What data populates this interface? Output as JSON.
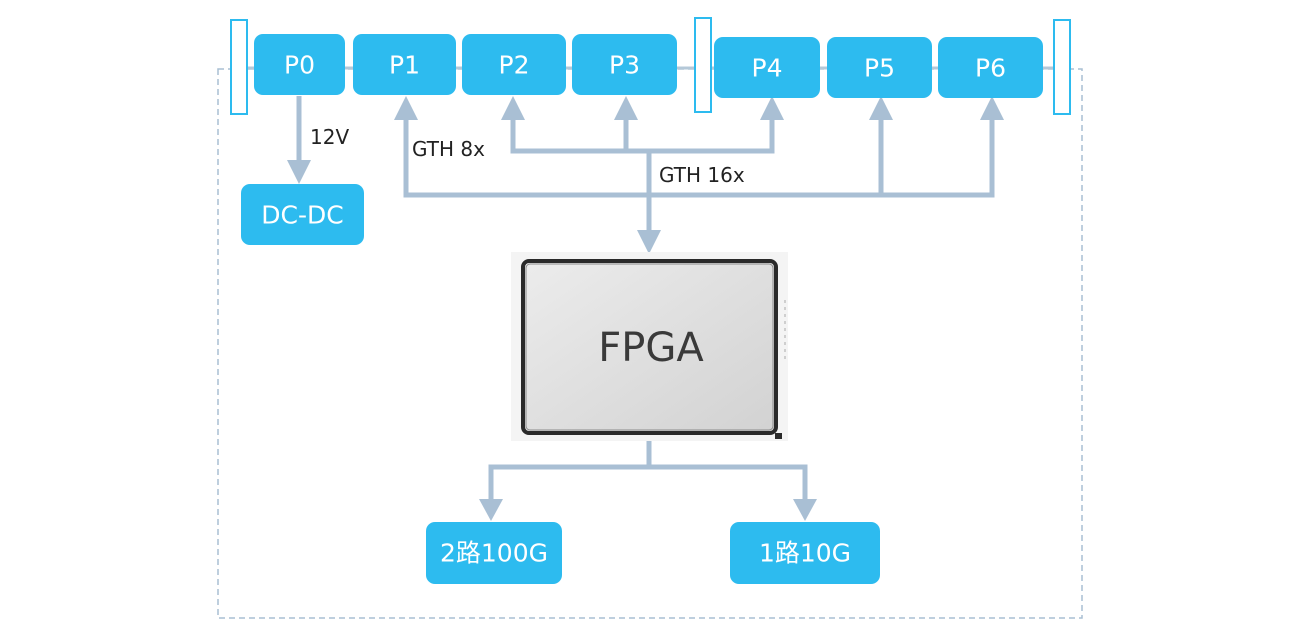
{
  "colors": {
    "node_fill": "#2dbbef",
    "node_text": "#ffffff",
    "connector": "#a9bfd4",
    "bus_bar": "#b4c8d8",
    "frame_border": "#a9bfd4",
    "fpga_chip_fill": "#dcdcdc",
    "fpga_chip_border": "#2a2a2a"
  },
  "ports": [
    {
      "id": "p0",
      "label": "P0"
    },
    {
      "id": "p1",
      "label": "P1"
    },
    {
      "id": "p2",
      "label": "P2"
    },
    {
      "id": "p3",
      "label": "P3"
    },
    {
      "id": "p4",
      "label": "P4"
    },
    {
      "id": "p5",
      "label": "P5"
    },
    {
      "id": "p6",
      "label": "P6"
    }
  ],
  "dcdc": {
    "label": "DC-DC"
  },
  "fpga": {
    "label": "FPGA"
  },
  "outputs": [
    {
      "id": "out-100g",
      "label": "2路100G"
    },
    {
      "id": "out-10g",
      "label": "1路10G"
    }
  ],
  "edge_labels": {
    "power": "12V",
    "gth8": "GTH 8x",
    "gth16": "GTH 16x"
  }
}
